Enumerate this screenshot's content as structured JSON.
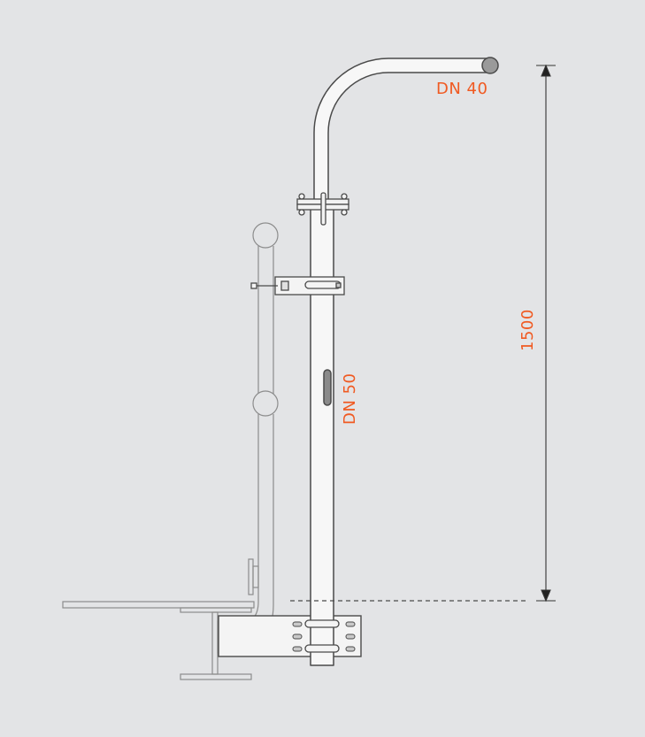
{
  "labels": {
    "top_pipe": "DN 40",
    "vertical_pipe": "DN 50",
    "height_dimension": "1500"
  },
  "colors": {
    "background": "#e3e4e6",
    "accent": "#f05a22",
    "line": "#4a4a4a",
    "pipe_fill": "#f7f7f7",
    "ghost_line": "#8c8c8c"
  }
}
